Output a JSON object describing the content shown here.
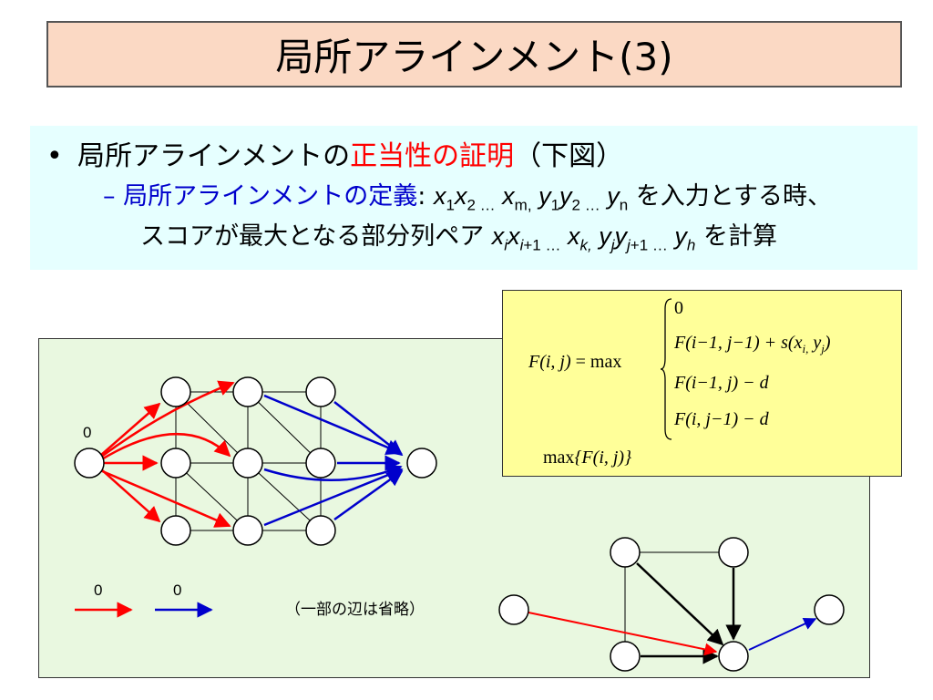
{
  "title": "局所アラインメント(3)",
  "bullet1": {
    "prefix": "局所アラインメントの",
    "highlight": "正当性の証明",
    "suffix": "（下図）"
  },
  "bullet2": {
    "dash": "–",
    "term": "局所アラインメントの定義",
    "colon": ":",
    "x1": "x",
    "x1sub": "1",
    "x2": "x",
    "x2sub": "2 …",
    "xm": "x",
    "xmsub": "m,",
    "y1": "y",
    "y1sub": "1",
    "y2": "y",
    "y2sub": "2 …",
    "yn": "y",
    "ynsub": "n",
    "tail": "を入力とする時、"
  },
  "bullet3": {
    "lead": "スコアが最大となる部分列ペア",
    "xi": "x",
    "xisub": "i",
    "xi1": "x",
    "xi1sub_i": "i",
    "xi1sub": "+1 …",
    "xk": "x",
    "xksub": "k,",
    "yj": "y",
    "yjsub": "j",
    "yj1": "y",
    "yj1sub_j": "j",
    "yj1sub": "+1 …",
    "yh": "y",
    "yhsub": "h",
    "tail": "を計算"
  },
  "formula": {
    "lhs": "F(i, j)",
    "eq": " = max",
    "case1": "0",
    "case2a": "F(i−1, j−1) + s(x",
    "case2b": "i,",
    "case2c": " y",
    "case2d": "j",
    "case2e": ")",
    "case3": "F(i−1, j) − d",
    "case4": "F(i, j−1) − d",
    "max_prefix": "max",
    "max_arg": "{F(i, j)}"
  },
  "diagram": {
    "start_label": "0",
    "legend_red_label": "0",
    "legend_blue_label": "0",
    "note": "（一部の辺は省略）"
  },
  "colors": {
    "title_bg": "#fbd9c4",
    "bullet_bg": "#e6ffff",
    "diagram_bg": "#e9f8e0",
    "formula_bg": "#ffff99",
    "red_edge": "#ff0000",
    "blue_edge": "#0000cc",
    "term_blue": "#0000cc"
  }
}
